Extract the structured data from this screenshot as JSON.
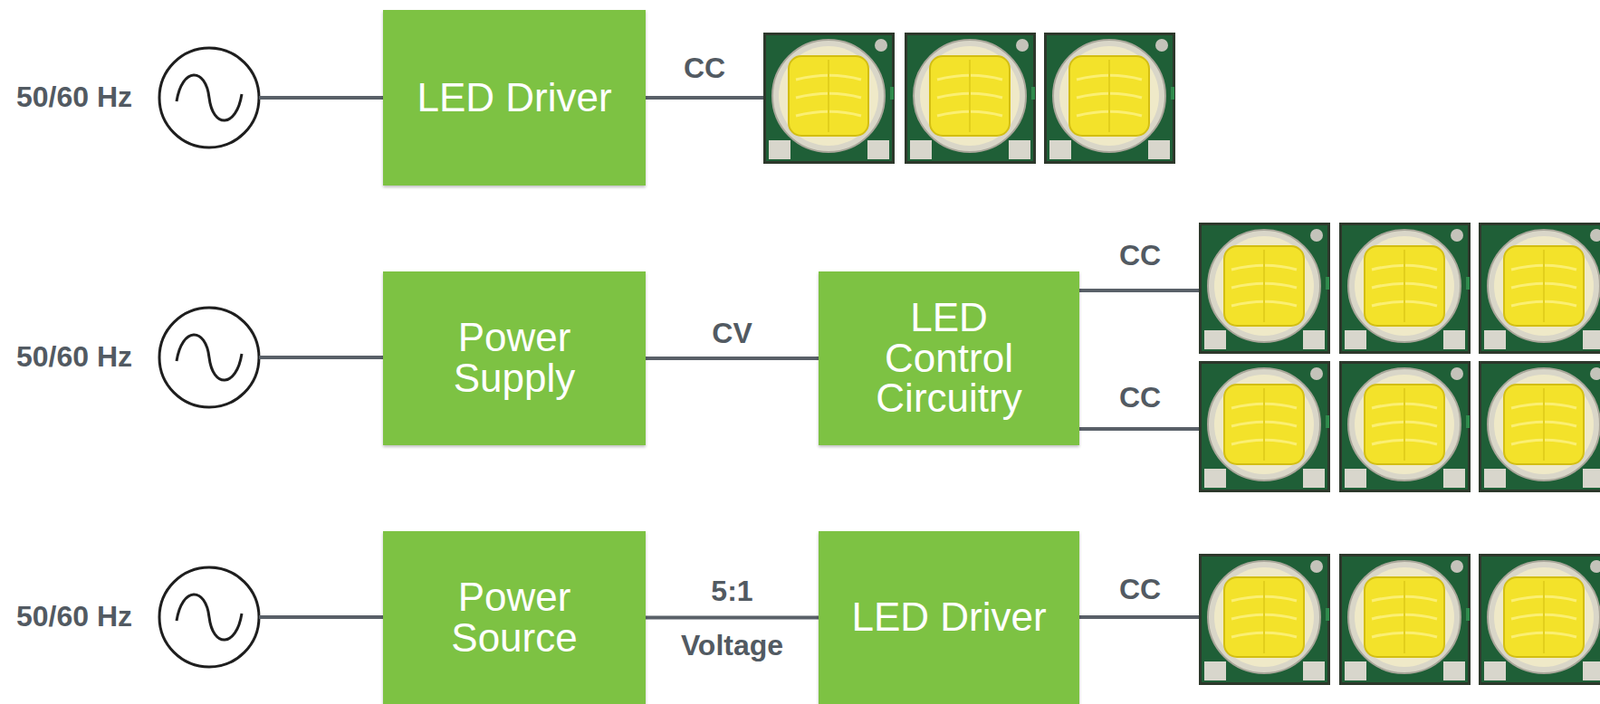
{
  "diagram": {
    "nodes": [
      {
        "text": [
          "LED Driver"
        ]
      },
      {
        "text": [
          "Power Supply"
        ]
      },
      {
        "text": [
          "LED Control Circuitry"
        ]
      },
      {
        "text": [
          "Power Source"
        ]
      },
      {
        "text": [
          "LED Driver"
        ]
      }
    ],
    "edges": [
      {
        "from": 1,
        "to": 2,
        "arrow": "none",
        "label": "CV"
      },
      {
        "from": 3,
        "to": 4,
        "arrow": "none",
        "label": "5:1 Voltage"
      }
    ],
    "labels": [
      "50/60 Hz",
      "CC",
      "50/60 Hz",
      "CC",
      "CC",
      "50/60 Hz",
      "CC"
    ]
  }
}
